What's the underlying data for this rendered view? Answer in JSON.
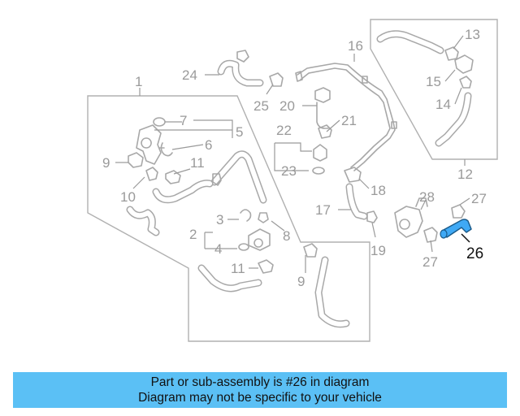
{
  "diagram": {
    "callouts": {
      "c1": "1",
      "c2": "2",
      "c3": "3",
      "c4": "4",
      "c5": "5",
      "c6": "6",
      "c7": "7",
      "c8": "8",
      "c9a": "9",
      "c9b": "9",
      "c10": "10",
      "c11a": "11",
      "c11b": "11",
      "c12": "12",
      "c13": "13",
      "c14": "14",
      "c15": "15",
      "c16": "16",
      "c17": "17",
      "c18": "18",
      "c19": "19",
      "c20": "20",
      "c21": "21",
      "c22": "22",
      "c23": "23",
      "c24": "24",
      "c25": "25",
      "c26": "26",
      "c27a": "27",
      "c27b": "27",
      "c28": "28"
    },
    "highlight_part": "26",
    "colors": {
      "line": "#a8a8a8",
      "highlight": "#3fa9f5",
      "banner": "#5bc0f5"
    }
  },
  "banner": {
    "line1": "Part or sub-assembly is #26 in diagram",
    "line2": "Diagram may not be specific to your vehicle"
  }
}
